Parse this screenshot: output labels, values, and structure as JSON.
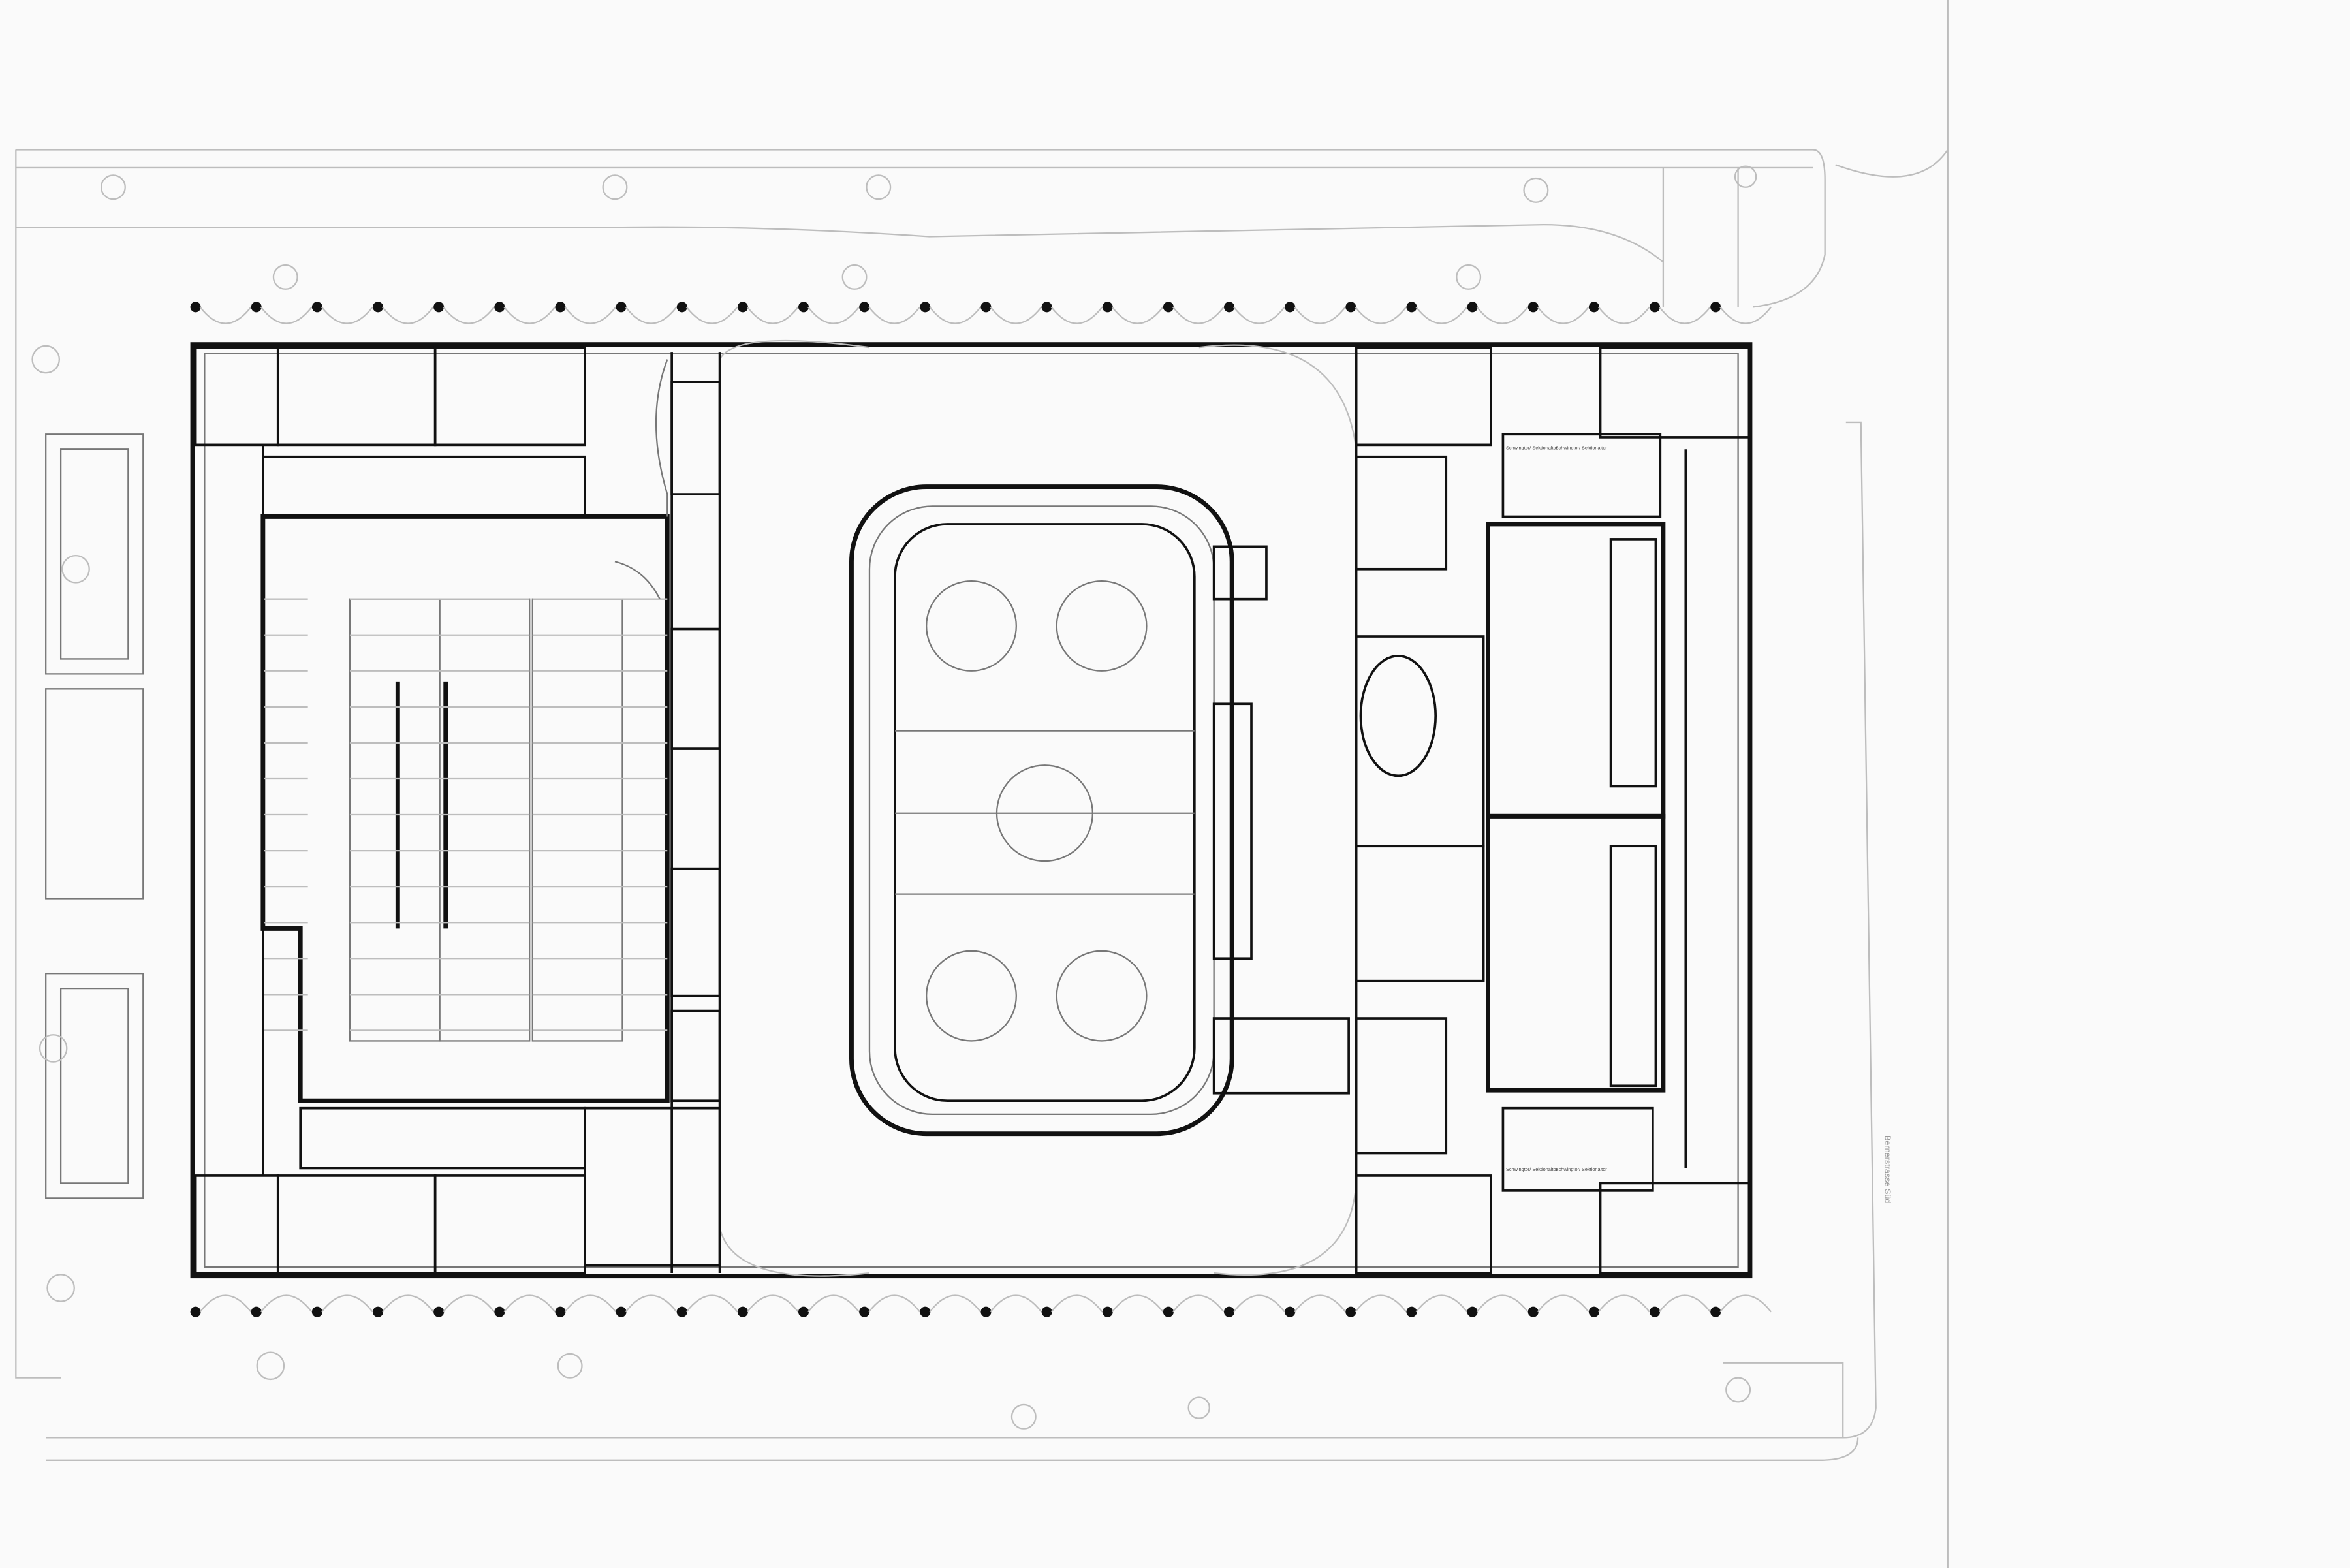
{
  "plan": {
    "street_label": "Bernerstrasse Süd",
    "door_labels": [
      "Schwingtor/ Sektionaltor",
      "Schwingtor/ Sektionaltor",
      "Schwingtor/ Sektionaltor",
      "Schwingtor/ Sektionaltor"
    ],
    "colors": {
      "background": "#fafafa",
      "walls": "#111111",
      "site_lines": "#bdbdbd"
    }
  }
}
